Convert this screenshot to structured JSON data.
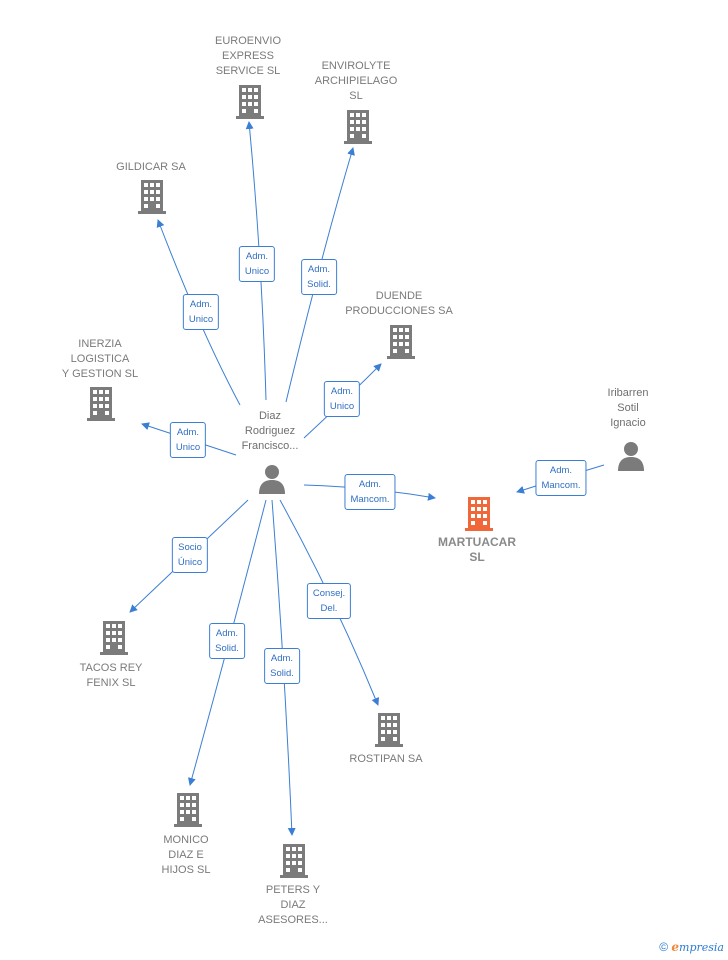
{
  "nodes": {
    "euroenvio": {
      "label": "EUROENVIO\nEXPRESS\nSERVICE SL"
    },
    "envirolyte": {
      "label": "ENVIROLYTE\nARCHIPIELAGO\nSL"
    },
    "gildicar": {
      "label": "GILDICAR SA"
    },
    "duende": {
      "label": "DUENDE\nPRODUCCIONES SA"
    },
    "inerzia": {
      "label": "INERZIA\nLOGISTICA\nY GESTION  SL"
    },
    "diaz": {
      "label": "Diaz\nRodriguez\nFrancisco..."
    },
    "iribarren": {
      "label": "Iribarren\nSotil\nIgnacio"
    },
    "martuacar": {
      "label": "MARTUACAR\nSL"
    },
    "tacos": {
      "label": "TACOS REY\nFENIX  SL"
    },
    "rostipan": {
      "label": "ROSTIPAN SA"
    },
    "monico": {
      "label": "MONICO\nDIAZ E\nHIJOS  SL"
    },
    "peters": {
      "label": "PETERS Y\nDIAZ\nASESORES..."
    }
  },
  "edges": {
    "gildicar": "Adm.\nUnico",
    "euroenvio": "Adm.\nUnico",
    "envirolyte": "Adm.\nSolid.",
    "duende": "Adm.\nUnico",
    "inerzia": "Adm.\nUnico",
    "martuacar": "Adm.\nMancom.",
    "iribarren_martuacar": "Adm.\nMancom.",
    "tacos": "Socio\nÚnico",
    "monico": "Adm.\nSolid.",
    "peters": "Adm.\nSolid.",
    "rostipan": "Consej.\nDel."
  },
  "colors": {
    "company": "#7b7b7b",
    "focus_company": "#f0673a",
    "person": "#7b7b7b",
    "edge": "#3b7fd4"
  },
  "footer": {
    "copyright": "©",
    "brand_initial": "e",
    "brand_rest": "mpresia"
  }
}
